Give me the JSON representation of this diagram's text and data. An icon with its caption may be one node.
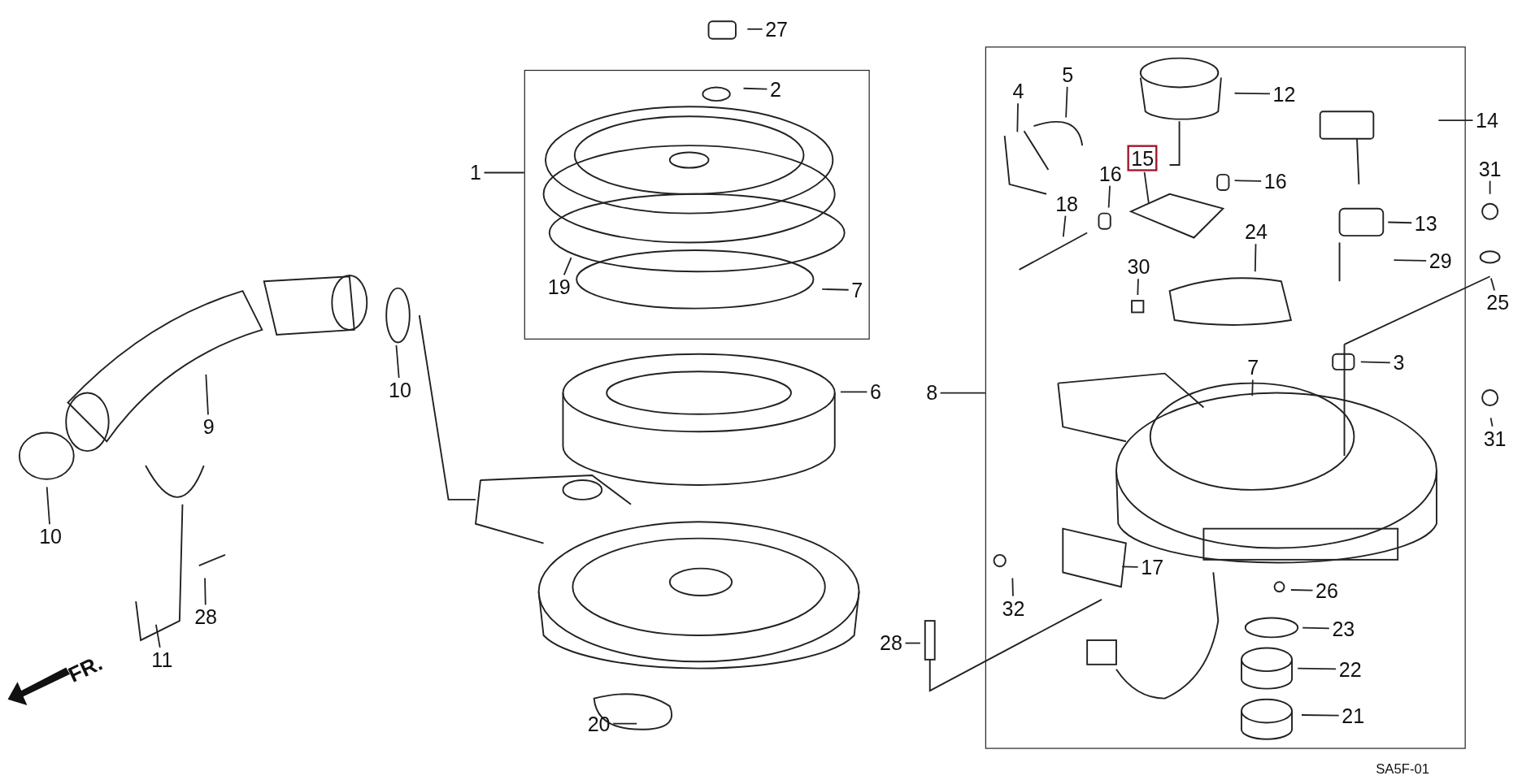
{
  "diagram": {
    "nodes": [
      {
        "text": [
          "27"
        ]
      },
      {
        "text": [],
        "shape": "box"
      },
      {
        "text": [
          "2"
        ],
        "in": 1
      },
      {
        "text": [
          "1"
        ]
      },
      {
        "text": [
          "19"
        ],
        "in": 1
      },
      {
        "text": [
          "7"
        ],
        "in": 1
      },
      {
        "text": [
          "6"
        ]
      },
      {
        "text": [
          "9"
        ]
      },
      {
        "text": [
          "10"
        ]
      },
      {
        "text": [
          "10"
        ]
      },
      {
        "text": [
          "11"
        ]
      },
      {
        "text": [
          "28"
        ]
      },
      {
        "text": [
          "20"
        ]
      },
      {
        "text": [],
        "shape": "box"
      },
      {
        "text": [
          "8"
        ]
      },
      {
        "text": [
          "4"
        ],
        "in": 13
      },
      {
        "text": [
          "5"
        ],
        "in": 13
      },
      {
        "text": [
          "12"
        ],
        "in": 13
      },
      {
        "text": [
          "14"
        ]
      },
      {
        "text": [
          "15"
        ],
        "in": 13
      },
      {
        "text": [
          "16"
        ],
        "in": 13
      },
      {
        "text": [
          "16"
        ],
        "in": 13
      },
      {
        "text": [
          "18"
        ],
        "in": 13
      },
      {
        "text": [
          "13"
        ],
        "in": 13
      },
      {
        "text": [
          "31"
        ]
      },
      {
        "text": [
          "24"
        ],
        "in": 13
      },
      {
        "text": [
          "30"
        ],
        "in": 13
      },
      {
        "text": [
          "29"
        ],
        "in": 13
      },
      {
        "text": [
          "25"
        ]
      },
      {
        "text": [
          "3"
        ],
        "in": 13
      },
      {
        "text": [
          "7"
        ],
        "in": 13
      },
      {
        "text": [
          "31"
        ]
      },
      {
        "text": [
          "17"
        ],
        "in": 13
      },
      {
        "text": [
          "32"
        ],
        "in": 13
      },
      {
        "text": [
          "26"
        ],
        "in": 13
      },
      {
        "text": [
          "23"
        ],
        "in": 13
      },
      {
        "text": [
          "22"
        ],
        "in": 13
      },
      {
        "text": [
          "21"
        ],
        "in": 13
      },
      {
        "text": [
          "28"
        ]
      }
    ],
    "edges": [
      {
        "from": 0,
        "to": null,
        "arrow": "none"
      },
      {
        "from": 2,
        "to": null,
        "arrow": "none"
      },
      {
        "from": 3,
        "to": 1,
        "arrow": "none"
      },
      {
        "from": 4,
        "to": null,
        "arrow": "none"
      },
      {
        "from": 5,
        "to": null,
        "arrow": "none"
      },
      {
        "from": 6,
        "to": null,
        "arrow": "none"
      },
      {
        "from": 7,
        "to": null,
        "arrow": "none"
      },
      {
        "from": 8,
        "to": null,
        "arrow": "none"
      },
      {
        "from": 9,
        "to": null,
        "arrow": "none"
      },
      {
        "from": 10,
        "to": null,
        "arrow": "none"
      },
      {
        "from": 11,
        "to": null,
        "arrow": "none"
      },
      {
        "from": 12,
        "to": null,
        "arrow": "none"
      },
      {
        "from": 14,
        "to": 13,
        "arrow": "none"
      },
      {
        "from": 15,
        "to": null,
        "arrow": "none"
      },
      {
        "from": 16,
        "to": null,
        "arrow": "none"
      },
      {
        "from": 17,
        "to": null,
        "arrow": "none"
      },
      {
        "from": 18,
        "to": null,
        "arrow": "none"
      },
      {
        "from": 19,
        "to": null,
        "arrow": "none"
      },
      {
        "from": 20,
        "to": null,
        "arrow": "none"
      },
      {
        "from": 21,
        "to": null,
        "arrow": "none"
      },
      {
        "from": 22,
        "to": null,
        "arrow": "none"
      },
      {
        "from": 23,
        "to": null,
        "arrow": "none"
      },
      {
        "from": 24,
        "to": null,
        "arrow": "none"
      },
      {
        "from": 25,
        "to": null,
        "arrow": "none"
      },
      {
        "from": 26,
        "to": null,
        "arrow": "none"
      },
      {
        "from": 27,
        "to": null,
        "arrow": "none"
      },
      {
        "from": 28,
        "to": null,
        "arrow": "none"
      },
      {
        "from": 29,
        "to": null,
        "arrow": "none"
      },
      {
        "from": 30,
        "to": null,
        "arrow": "none"
      },
      {
        "from": 31,
        "to": null,
        "arrow": "none"
      },
      {
        "from": 32,
        "to": null,
        "arrow": "none"
      },
      {
        "from": 33,
        "to": null,
        "arrow": "none"
      },
      {
        "from": 34,
        "to": null,
        "arrow": "none"
      },
      {
        "from": 35,
        "to": null,
        "arrow": "none"
      },
      {
        "from": 36,
        "to": null,
        "arrow": "none"
      },
      {
        "from": 37,
        "to": null,
        "arrow": "none"
      },
      {
        "from": 38,
        "to": null,
        "arrow": "none"
      }
    ],
    "labels": [
      "FR.",
      "SA5F-01"
    ]
  }
}
